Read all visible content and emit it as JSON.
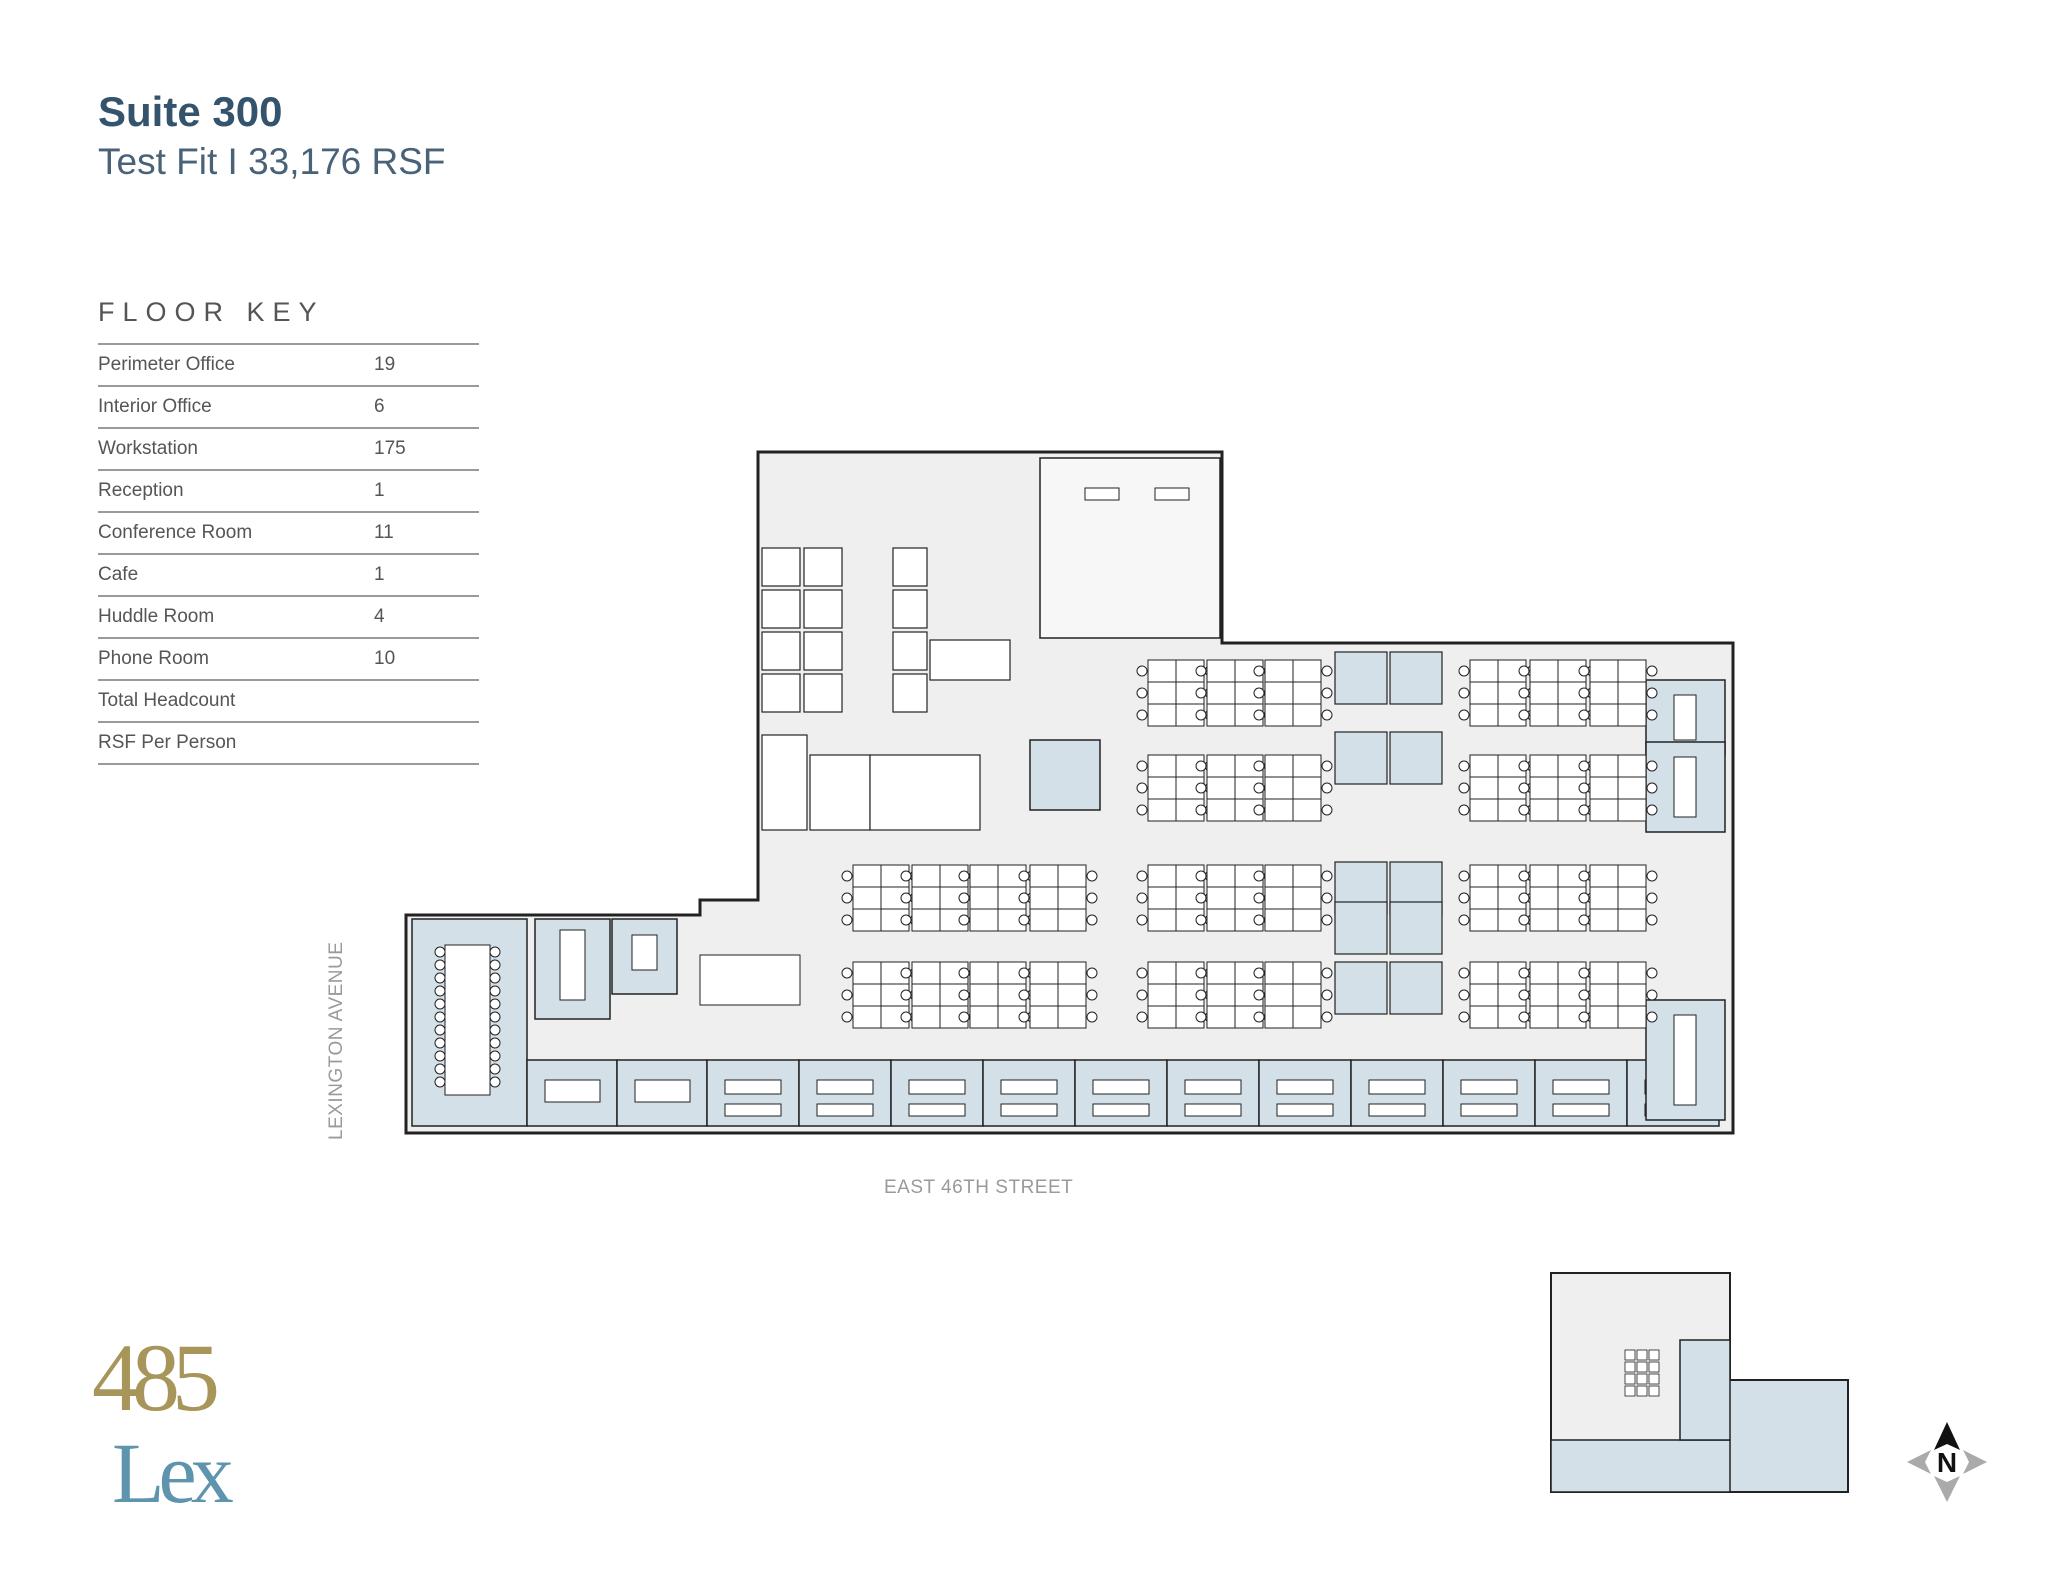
{
  "header": {
    "title": "Suite 300",
    "subtitle": "Test Fit  I  33,176 RSF"
  },
  "floor_key": {
    "heading": "FLOOR KEY",
    "rows": [
      {
        "label": "Perimeter Office",
        "value": "19"
      },
      {
        "label": "Interior Office",
        "value": "6"
      },
      {
        "label": "Workstation",
        "value": "175"
      },
      {
        "label": "Reception",
        "value": "1"
      },
      {
        "label": "Conference Room",
        "value": "11"
      },
      {
        "label": "Cafe",
        "value": "1"
      },
      {
        "label": "Huddle Room",
        "value": "4"
      },
      {
        "label": "Phone Room",
        "value": "10"
      },
      {
        "label": "Total Headcount",
        "value": ""
      },
      {
        "label": "RSF Per Person",
        "value": ""
      }
    ]
  },
  "streets": {
    "west": "LEXINGTON AVENUE",
    "south": "EAST 46TH STREET"
  },
  "logo": {
    "text_top": "485",
    "text_bottom": "Lex",
    "gold": "#a8955a",
    "blue": "#5e94ad"
  },
  "compass": {
    "label": "N"
  },
  "colors": {
    "title": "#34546e",
    "room_fill": "#d3e0e8",
    "floor_fill": "#efefef",
    "wall": "#222222"
  }
}
